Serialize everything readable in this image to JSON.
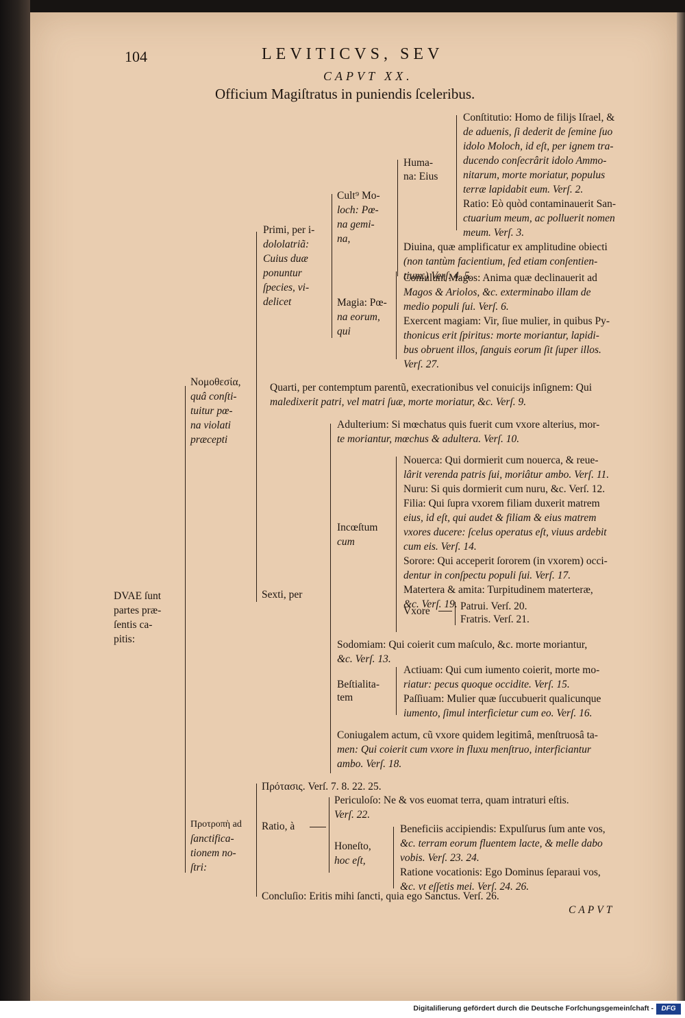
{
  "page_number": "104",
  "running_head": "LEVITICVS, SEV",
  "chapter": "CAPVT XX.",
  "title": "Officium Magiſtratus in puniendis ſceleribus.",
  "catchword": "CAPVT",
  "footer": "Digitaliſierung gefördert durch die Deutsche Forſchungsgemeinſchaft -",
  "footer_logo": "DFG",
  "root": {
    "l1": "DVAE ſunt",
    "l2": "partes præ-",
    "l3": "ſentis ca-",
    "l4": "pitis:"
  },
  "nomothesia": {
    "l1": "Νομοθεσία,",
    "l2": "quâ conſti-",
    "l3": "tuitur pœ-",
    "l4": "na violati",
    "l5": "præcepti"
  },
  "primi": {
    "l1": "Primi, per i-",
    "l2": "dololatriã:",
    "l3": "Cuius duæ",
    "l4": "ponuntur",
    "l5": "ſpecies, vi-",
    "l6": "delicet"
  },
  "cultus": {
    "l1": "Cult⁹ Mo-",
    "l2": "loch: Pœ-",
    "l3": "na gemi-",
    "l4": "na,"
  },
  "humana": {
    "l1": "Huma-",
    "l2": "na: Eius"
  },
  "constitutio": {
    "l1": "Conſtitutio: Homo de filijs Iſrael, &",
    "l2": "de aduenis, ſi dederit de ſemine ſuo",
    "l3": "idolo Moloch, id eſt, per ignem tra-",
    "l4": "ducendo conſecrârit idolo Ammo-",
    "l5": "nitarum, morte moriatur, populus",
    "l6": "terræ lapidabit eum. Verſ. 2."
  },
  "ratio1": {
    "l1": "Ratio: Eò quòd contaminauerit San-",
    "l2": "ctuarium meum, ac polluerit nomen",
    "l3": "meum. Verſ. 3."
  },
  "diuina": {
    "l1": "Diuina, quæ amplificatur ex amplitudine obiecti",
    "l2": "(non tantùm facientium, ſed etiam conſentien-",
    "l3": "tium.) Verſ. 4. 5."
  },
  "magia": {
    "l1": "Magia: Pœ-",
    "l2": "na eorum,",
    "l3": "qui"
  },
  "consulunt": {
    "l1": "Conſulunt Magos: Anima quæ declinauerit ad",
    "l2": "Magos & Ariolos, &c. exterminabo illam de",
    "l3": "medio populi ſui. Verſ. 6."
  },
  "exercent": {
    "l1": "Exercent magiam: Vir, ſiue mulier, in quibus Py-",
    "l2": "thonicus erit ſpiritus: morte moriantur, lapidi-",
    "l3": "bus obruent illos, ſanguis eorum ſit ſuper illos.",
    "l4": "Verſ. 27."
  },
  "quarti": {
    "l1": "Quarti, per contemptum parentũ, execrationibus vel conuicijs inſignem: Qui",
    "l2": "maledixerit patri, vel matri ſuæ, morte moriatur, &c. Verſ. 9."
  },
  "adulterium": {
    "l1": "Adulterium: Si mœchatus quis fuerit cum vxore alterius, mor-",
    "l2": "te moriantur, mœchus & adultera. Verſ. 10."
  },
  "incestum": {
    "l1": "Incœſtum",
    "l2": "cum"
  },
  "nouerca": {
    "l1": "Nouerca: Qui dormierit cum nouerca, & reue-",
    "l2": "lârit verenda patris ſui, moriâtur ambo. Verſ. 11."
  },
  "nuru": "Nuru: Si quis dormierit cum nuru, &c. Verſ. 12.",
  "filia": {
    "l1": "Filia: Qui ſupra vxorem filiam duxerit matrem",
    "l2": "eius, id eſt, qui audet & filiam & eius matrem",
    "l3": "vxores ducere: ſcelus operatus eſt, viuus ardebit",
    "l4": "cum eis. Verſ. 14."
  },
  "sorore": {
    "l1": "Sorore: Qui acceperit ſororem (in vxorem) occi-",
    "l2": "dentur in conſpectu populi ſui. Verſ. 17."
  },
  "matertera": {
    "l1": "Matertera & amita: Turpitudinem materteræ,",
    "l2": "&c. Verſ. 19."
  },
  "vxore": "Vxore",
  "patrui": "Patrui. Verſ. 20.",
  "fratris": "Fratris. Verſ. 21.",
  "sexti": "Sexti, per",
  "sodomiam": {
    "l1": "Sodomiam: Qui coierit cum maſculo, &c. morte moriantur,",
    "l2": "&c. Verſ. 13."
  },
  "bestialitatem": {
    "l1": "Beſtialita-",
    "l2": "tem"
  },
  "actiuam": {
    "l1": "Actiuam: Qui cum iumento coierit, morte mo-",
    "l2": "riatur: pecus quoque occidite. Verſ. 15."
  },
  "passiuam": {
    "l1": "Paſſiuam: Mulier quæ ſuccubuerit qualicunque",
    "l2": "iumento, ſimul interficietur cum eo. Verſ. 16."
  },
  "coniugalem": {
    "l1": "Coniugalem actum, cũ vxore quidem legitimâ, menſtruosâ ta-",
    "l2": "men: Qui coierit cum vxore in fluxu menſtruo, interficiantur",
    "l3": "ambo. Verſ. 18."
  },
  "protrope": {
    "l1": "Προτροπὴ ad",
    "l2": "ſanctifica-",
    "l3": "tionem no-",
    "l4": "ſtri:"
  },
  "protasis": "Πρότασις. Verſ. 7. 8. 22. 25.",
  "ratio2": "Ratio, à",
  "periculoso": {
    "l1": "Periculoſo: Ne & vos euomat terra, quam intraturi eſtis.",
    "l2": "Verſ. 22."
  },
  "honesto": {
    "l1": "Honeſto,",
    "l2": "hoc eſt,"
  },
  "beneficiis": {
    "l1": "Beneficiis accipiendis: Expulſurus ſum ante vos,",
    "l2": "&c. terram eorum fluentem lacte, & melle dabo",
    "l3": "vobis. Verſ. 23. 24."
  },
  "ratione": {
    "l1": "Ratione vocationis: Ego Dominus ſeparaui vos,",
    "l2": "&c. vt eſſetis mei. Verſ. 24. 26."
  },
  "conclusio": "Concluſio: Eritis mihi ſancti, quia ego Sanctus. Verſ. 26."
}
